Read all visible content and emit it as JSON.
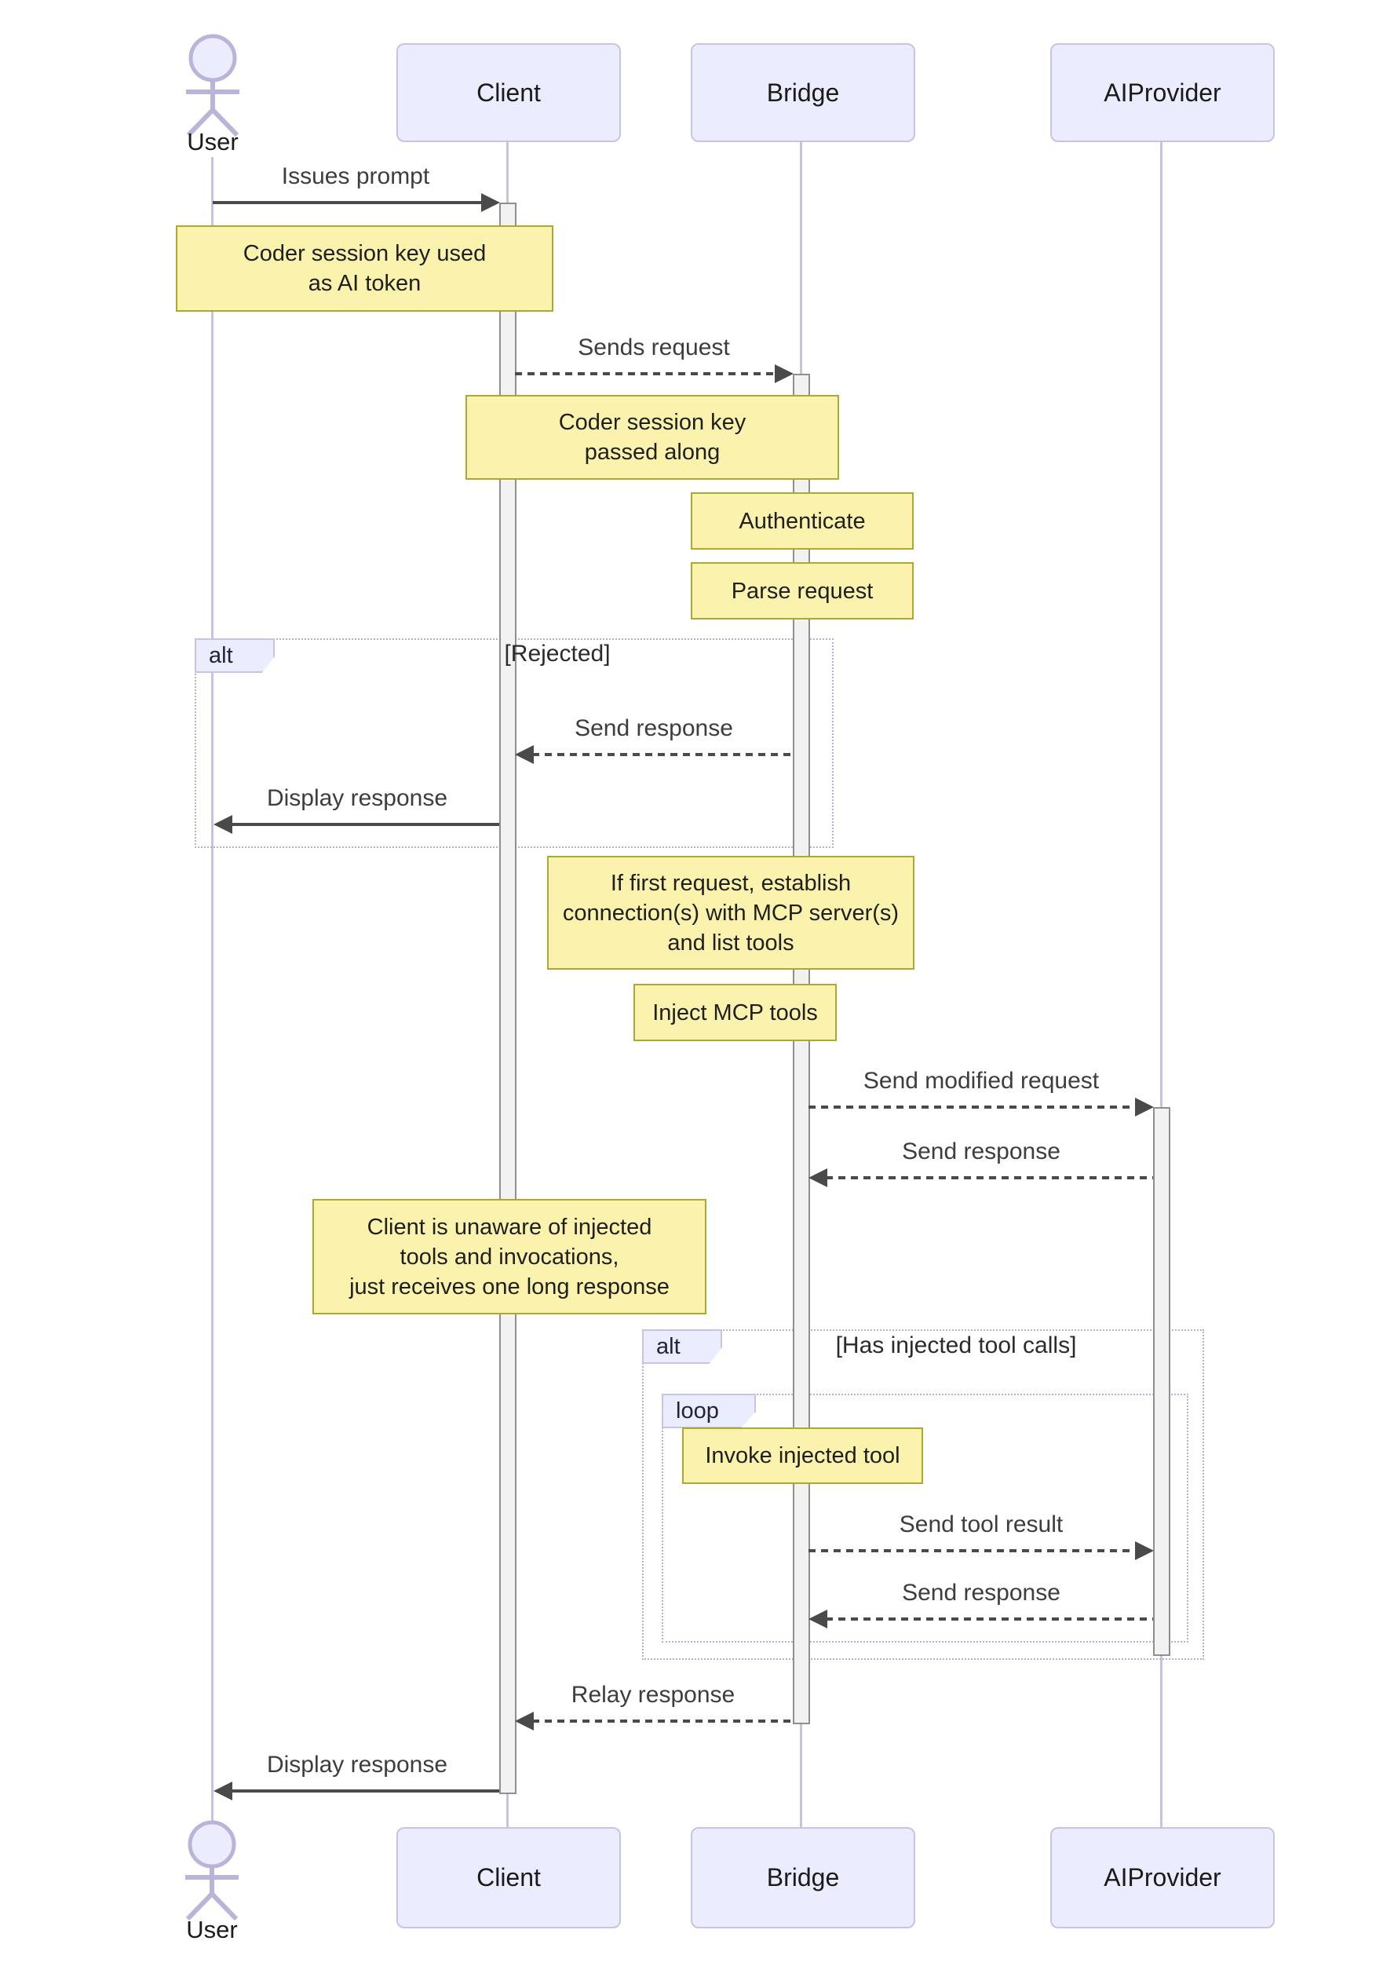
{
  "diagram": {
    "type": "sequence",
    "actors": [
      {
        "id": "user",
        "label": "User",
        "kind": "actor"
      },
      {
        "id": "client",
        "label": "Client",
        "kind": "participant"
      },
      {
        "id": "bridge",
        "label": "Bridge",
        "kind": "participant"
      },
      {
        "id": "aiprovider",
        "label": "AIProvider",
        "kind": "participant"
      }
    ],
    "messages": [
      {
        "from": "User",
        "to": "Client",
        "label": "Issues prompt",
        "line": "solid"
      },
      {
        "from": "Client",
        "to": "Bridge",
        "label": "Sends request",
        "line": "dashed"
      },
      {
        "from": "Bridge",
        "to": "Client",
        "label": "Send response",
        "line": "dashed"
      },
      {
        "from": "Client",
        "to": "User",
        "label": "Display response",
        "line": "solid"
      },
      {
        "from": "Bridge",
        "to": "AIProvider",
        "label": "Send modified request",
        "line": "dashed"
      },
      {
        "from": "AIProvider",
        "to": "Bridge",
        "label": "Send response",
        "line": "dashed"
      },
      {
        "from": "Bridge",
        "to": "AIProvider",
        "label": "Send tool result",
        "line": "dashed"
      },
      {
        "from": "AIProvider",
        "to": "Bridge",
        "label": "Send response",
        "line": "dashed"
      },
      {
        "from": "Bridge",
        "to": "Client",
        "label": "Relay response",
        "line": "dashed"
      },
      {
        "from": "Client",
        "to": "User",
        "label": "Display response",
        "line": "solid"
      }
    ],
    "notes": [
      {
        "over": "User,Client",
        "text": "Coder session key used\nas AI token"
      },
      {
        "over": "Client,Bridge",
        "text": "Coder session key\npassed along"
      },
      {
        "over": "Bridge",
        "text": "Authenticate"
      },
      {
        "over": "Bridge",
        "text": "Parse request"
      },
      {
        "over": "Bridge",
        "text": "If first request, establish\nconnection(s) with MCP server(s)\nand list tools"
      },
      {
        "over": "Bridge",
        "text": "Inject MCP tools"
      },
      {
        "over": "Client",
        "text": "Client is unaware of injected\ntools and invocations,\njust receives one long response"
      },
      {
        "over": "Bridge",
        "text": "Invoke injected tool"
      }
    ],
    "frames": [
      {
        "kind": "alt",
        "label": "alt",
        "guard": "[Rejected]"
      },
      {
        "kind": "alt",
        "label": "alt",
        "guard": "[Has injected tool calls]"
      },
      {
        "kind": "loop",
        "label": "loop",
        "guard": ""
      }
    ],
    "colors": {
      "actor-fill": "#ececff",
      "actor-border": "#c9c2e8",
      "note-fill": "#fbf3ad",
      "note-border": "#aaaa33",
      "frame-border": "#b6b0d8",
      "activation-fill": "#f2f2f2",
      "activation-border": "#8f8f8f",
      "line-color": "#4a4a4a",
      "lifeline-color": "#c9c1e3",
      "text-color": "#2b2b2b"
    }
  }
}
